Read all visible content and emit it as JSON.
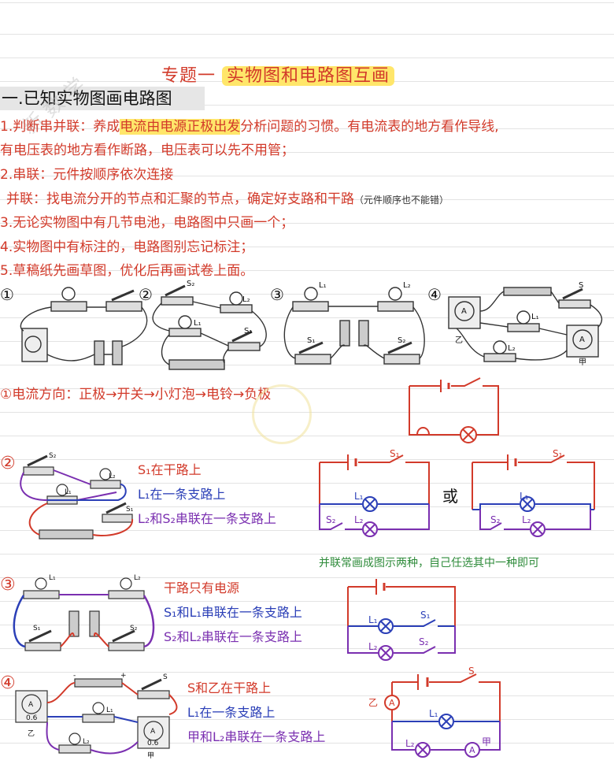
{
  "title": {
    "prefix": "专题一",
    "highlight": "实物图和电路图互画"
  },
  "section": "一.已知实物图画电路图",
  "rules": [
    {
      "a": "1.判断串并联：养成",
      "hl": "电流由电源正极出发",
      "b": "分析问题的习惯。有电流表的地方看作导线,"
    },
    {
      "a": "有电压表的地方看作断路，电压表可以先不用管；"
    },
    {
      "a": "2.串联：元件按顺序依次连接"
    },
    {
      "a": "  并联：找电流分开的节点和汇聚的节点，确定好支路和干路",
      "small": "（元件顺序也不能错）"
    },
    {
      "a": "3.无论实物图中有几节电池，电路图中只画一个；"
    },
    {
      "a": "4.实物图中有标注的，电路图别忘记标注；"
    },
    {
      "a": "5.草稿纸先画草图，优化后再画试卷上面。"
    }
  ],
  "figure_numbers": [
    "①",
    "②",
    "③",
    "④"
  ],
  "component_labels": {
    "S": "S",
    "S1": "S₁",
    "S2": "S₂",
    "L": "L",
    "L1": "L₁",
    "L2": "L₂",
    "A": "A",
    "yi": "乙",
    "jia": "甲",
    "scale": "0.6",
    "plus": "+",
    "minus": "-"
  },
  "solutions": [
    {
      "num": "①",
      "notes": [
        {
          "text": "①电流方向：正极→开关→小灯泡→电铃→负极",
          "color": "red"
        }
      ]
    },
    {
      "num": "②",
      "notes": [
        {
          "text": "S₁在干路上",
          "color": "red"
        },
        {
          "text": "L₁在一条支路上",
          "color": "blue"
        },
        {
          "text": "L₂和S₂串联在一条支路上",
          "color": "purple"
        }
      ],
      "or": "或"
    },
    {
      "num": "③",
      "notes": [
        {
          "text": "干路只有电源",
          "color": "red"
        },
        {
          "text": "S₁和L₁串联在一条支路上",
          "color": "blue"
        },
        {
          "text": "S₂和L₂串联在一条支路上",
          "color": "purple"
        }
      ]
    },
    {
      "num": "④",
      "notes": [
        {
          "text": "S和乙在干路上",
          "color": "red"
        },
        {
          "text": "L₁在一条支路上",
          "color": "blue"
        },
        {
          "text": "甲和L₂串联在一条支路上",
          "color": "purple"
        }
      ]
    }
  ],
  "parallel_note": "并联常画成图示两种，自己任选其中一种即可",
  "colors": {
    "red": "#d23a2a",
    "blue": "#2b3fb7",
    "purple": "#7a2fb0",
    "green": "#2e8b3a",
    "highlight": "#ffe66a"
  }
}
